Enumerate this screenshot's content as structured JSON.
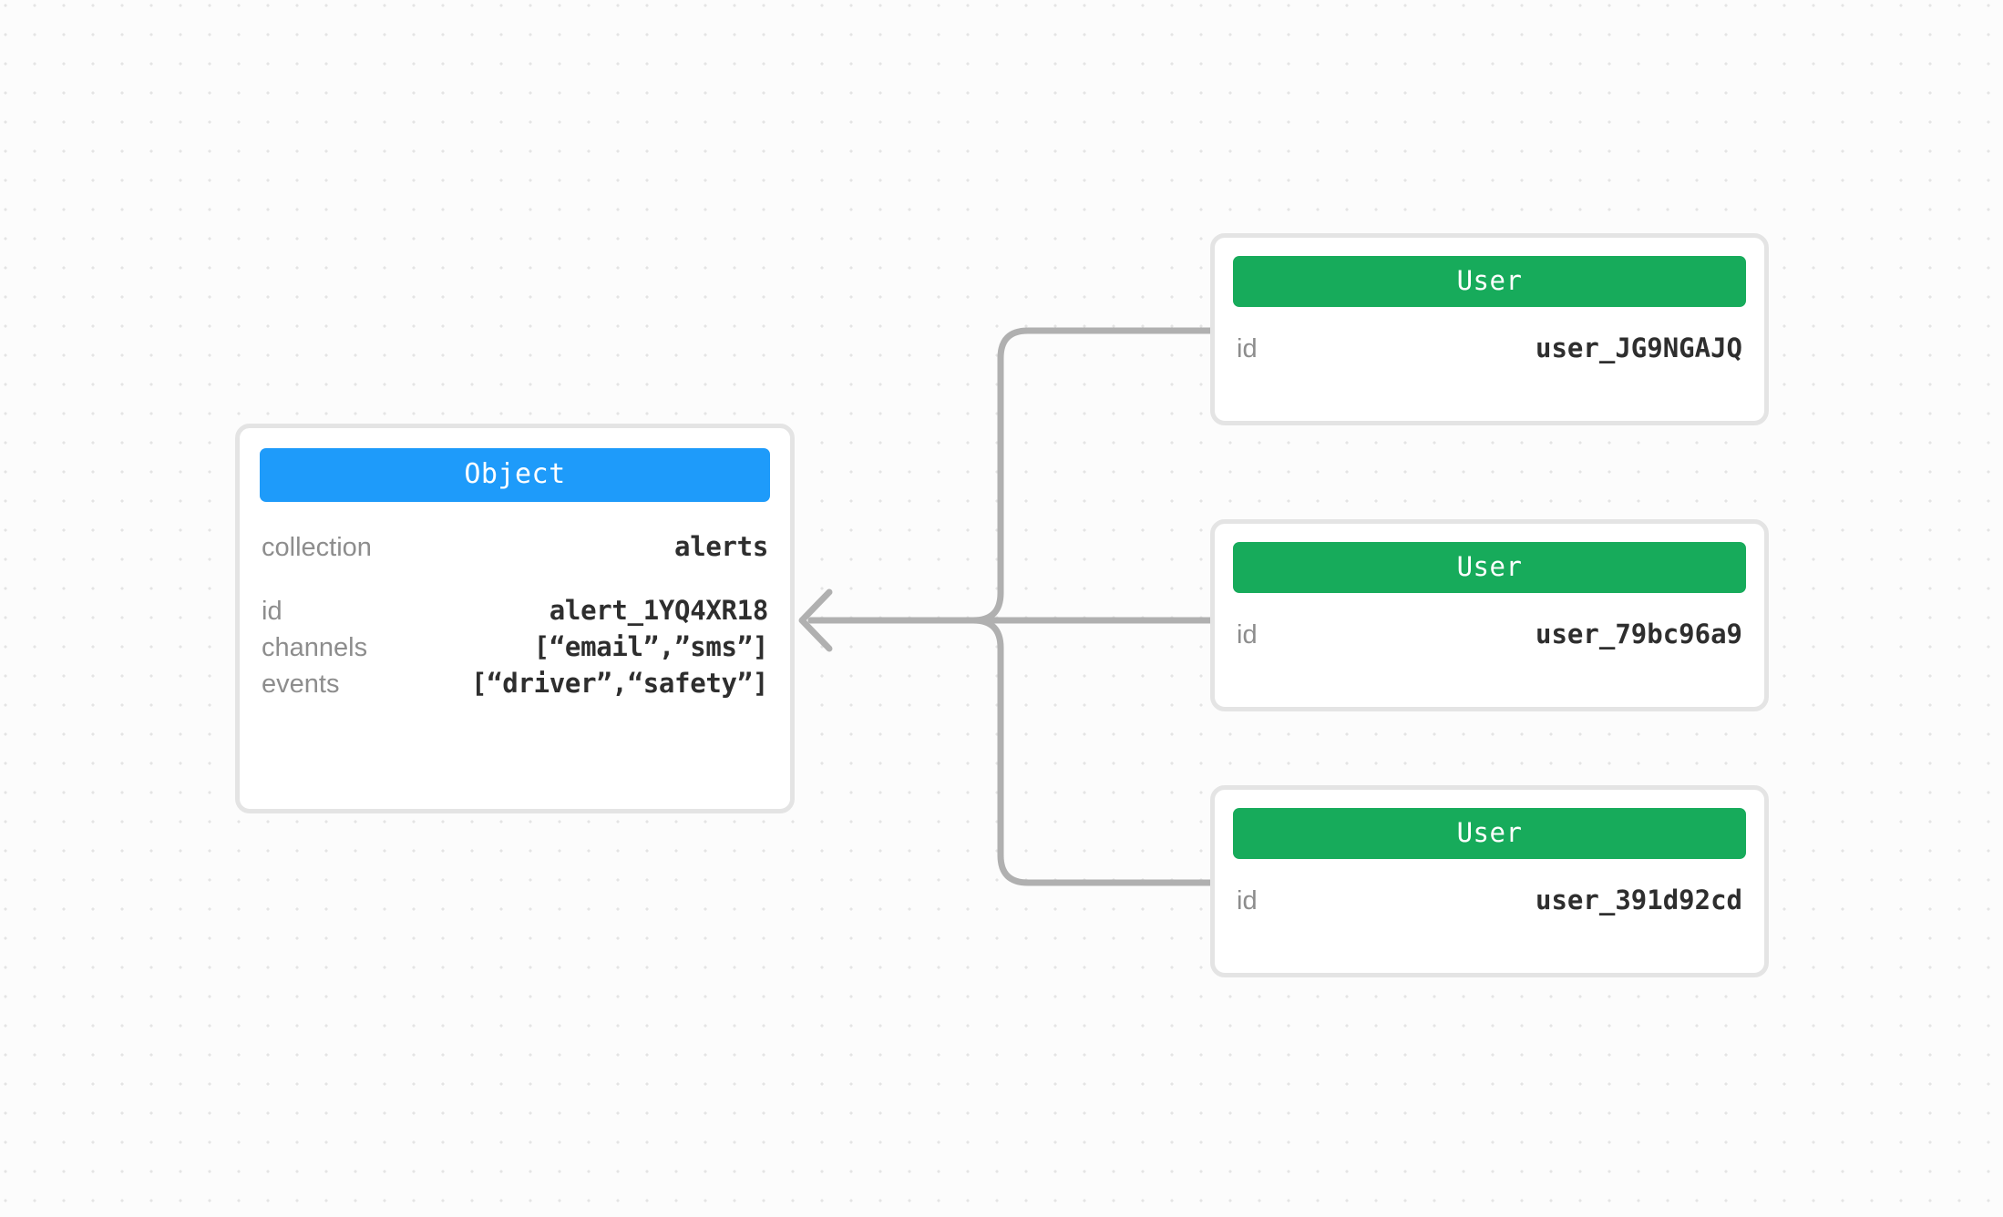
{
  "canvas": {
    "background_color": "#fcfcfc",
    "dot_color": "#e4e4e4",
    "connector_color": "#b0b0b0",
    "card_border_color": "#e4e4e4"
  },
  "object_node": {
    "header_label": "Object",
    "header_color": "#1e9bfa",
    "groups": [
      {
        "rows": [
          {
            "key": "collection",
            "value": "alerts"
          }
        ]
      },
      {
        "rows": [
          {
            "key": "id",
            "value": "alert_1YQ4XR18"
          },
          {
            "key": "channels",
            "value": "[“email”,”sms”]"
          },
          {
            "key": "events",
            "value": "[“driver”,“safety”]"
          }
        ]
      }
    ]
  },
  "user_nodes": [
    {
      "header_label": "User",
      "header_color": "#17ab5b",
      "rows": [
        {
          "key": "id",
          "value": "user_JG9NGAJQ"
        }
      ]
    },
    {
      "header_label": "User",
      "header_color": "#17ab5b",
      "rows": [
        {
          "key": "id",
          "value": "user_79bc96a9"
        }
      ]
    },
    {
      "header_label": "User",
      "header_color": "#17ab5b",
      "rows": [
        {
          "key": "id",
          "value": "user_391d92cd"
        }
      ]
    }
  ],
  "edges": [
    {
      "from": "user-0",
      "to": "object",
      "direction": "left"
    },
    {
      "from": "user-1",
      "to": "object",
      "direction": "left"
    },
    {
      "from": "user-2",
      "to": "object",
      "direction": "left"
    }
  ]
}
